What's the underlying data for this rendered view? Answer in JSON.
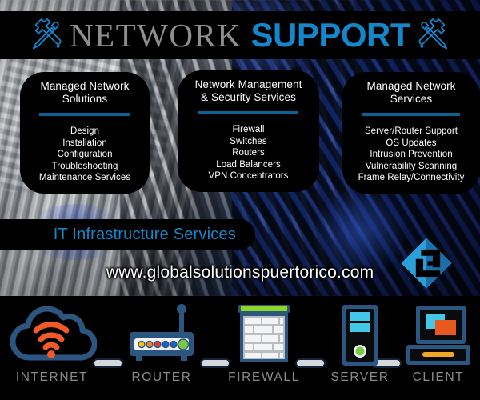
{
  "header": {
    "title_part1": "NETWORK",
    "title_part2": "SUPPORT",
    "left_icon": "crossed-tools-icon",
    "right_icon": "crossed-tools-icon",
    "colors": {
      "accent_blue": "#1387c9",
      "title_gray": "#8e8e90"
    }
  },
  "panels": [
    {
      "title": "Managed Network Solutions",
      "title_line1": "Managed Network",
      "title_line2": "Solutions",
      "items": [
        "Design",
        "Installation",
        "Configuration",
        "Troubleshooting",
        "Maintenance Services"
      ]
    },
    {
      "title": "Network Management & Security Services",
      "title_line1": "Network Management",
      "title_line2": "& Security Services",
      "items": [
        "Firewall",
        "Switches",
        "Routers",
        "Load Balancers",
        "VPN Concentrators"
      ]
    },
    {
      "title": "Managed Network Services",
      "title_line1": "Managed Network",
      "title_line2": "Services",
      "items": [
        "Server/Router Support",
        "OS Updates",
        "Intrusion Prevention",
        "Vulnerability Scanning",
        "Frame Relay/Connectivity"
      ]
    }
  ],
  "banner": {
    "label": "IT Infrastructure Services"
  },
  "url": {
    "text": "www.globalsolutionspuertorico.com"
  },
  "logo": {
    "name": "global-solutions-diamond-logo",
    "color_light": "#2b9fd9",
    "color_dark": "#1b6fa8"
  },
  "diagram": {
    "nodes": [
      {
        "label": "INTERNET",
        "icon": "cloud-wifi-icon"
      },
      {
        "label": "ROUTER",
        "icon": "router-icon"
      },
      {
        "label": "FIREWALL",
        "icon": "firewall-brickwall-icon"
      },
      {
        "label": "SERVER",
        "icon": "server-tower-icon"
      },
      {
        "label": "CLIENT",
        "icon": "laptop-client-icon"
      }
    ],
    "connectors": 4,
    "colors": {
      "outline": "#2b5680",
      "fill": "#d6d8da",
      "wifi": "#f05a28",
      "led_green": "#7ac943",
      "label_gray": "#8a8a8a"
    }
  },
  "divider_color": "#0a6196"
}
